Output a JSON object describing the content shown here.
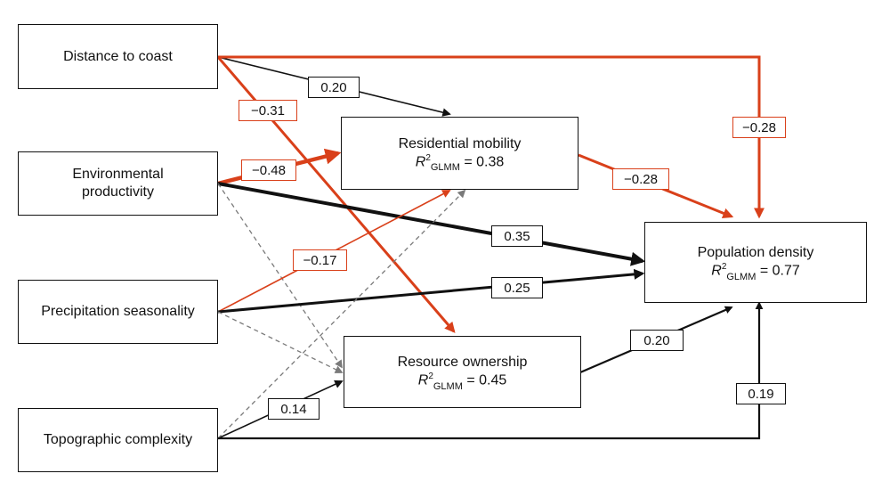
{
  "colors": {
    "positive": "#111111",
    "negative": "#d9401a",
    "nonsignificant": "#7a7a7a"
  },
  "nodes": {
    "distance_to_coast": {
      "name": "Distance to coast"
    },
    "environmental_productivity": {
      "name_line1": "Environmental",
      "name_line2": "productivity"
    },
    "precipitation_seasonality": {
      "name": "Precipitation seasonality"
    },
    "topographic_complexity": {
      "name": "Topographic complexity"
    },
    "residential_mobility": {
      "name": "Residential mobility",
      "r2_prefix": "R",
      "r2_sup": "2",
      "r2_sub": "GLMM",
      "r2_value": " = 0.38"
    },
    "resource_ownership": {
      "name": "Resource ownership",
      "r2_prefix": "R",
      "r2_sup": "2",
      "r2_sub": "GLMM",
      "r2_value": " = 0.45"
    },
    "population_density": {
      "name": "Population density",
      "r2_prefix": "R",
      "r2_sup": "2",
      "r2_sub": "GLMM",
      "r2_value": " = 0.77"
    }
  },
  "paths": [
    {
      "from": "distance_to_coast",
      "to": "residential_mobility",
      "coefficient": "0.20",
      "sign": "positive"
    },
    {
      "from": "distance_to_coast",
      "to": "resource_ownership",
      "coefficient": "−0.31",
      "sign": "negative"
    },
    {
      "from": "distance_to_coast",
      "to": "population_density",
      "coefficient": "−0.28",
      "sign": "negative"
    },
    {
      "from": "environmental_productivity",
      "to": "residential_mobility",
      "coefficient": "−0.48",
      "sign": "negative"
    },
    {
      "from": "environmental_productivity",
      "to": "population_density",
      "coefficient": "0.35",
      "sign": "positive"
    },
    {
      "from": "environmental_productivity",
      "to": "resource_ownership",
      "coefficient": "",
      "sign": "nonsignificant"
    },
    {
      "from": "precipitation_seasonality",
      "to": "residential_mobility",
      "coefficient": "−0.17",
      "sign": "negative"
    },
    {
      "from": "precipitation_seasonality",
      "to": "population_density",
      "coefficient": "0.25",
      "sign": "positive"
    },
    {
      "from": "precipitation_seasonality",
      "to": "resource_ownership",
      "coefficient": "",
      "sign": "nonsignificant"
    },
    {
      "from": "topographic_complexity",
      "to": "resource_ownership",
      "coefficient": "0.14",
      "sign": "positive"
    },
    {
      "from": "topographic_complexity",
      "to": "residential_mobility",
      "coefficient": "",
      "sign": "nonsignificant"
    },
    {
      "from": "topographic_complexity",
      "to": "population_density",
      "coefficient": "0.19",
      "sign": "positive"
    },
    {
      "from": "residential_mobility",
      "to": "population_density",
      "coefficient": "−0.28",
      "sign": "negative"
    },
    {
      "from": "resource_ownership",
      "to": "population_density",
      "coefficient": "0.20",
      "sign": "positive"
    }
  ]
}
